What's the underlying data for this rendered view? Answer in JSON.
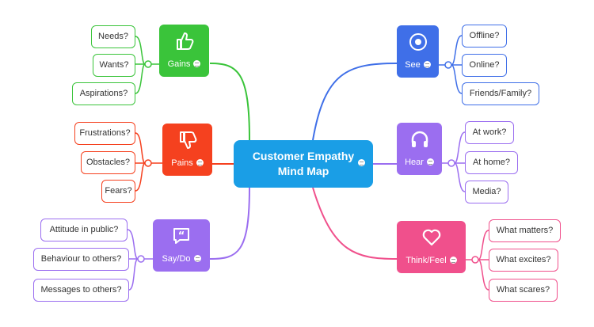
{
  "center": {
    "line1": "Customer Empathy",
    "line2": "Mind Map",
    "color": "#1a9ee6"
  },
  "topics": {
    "gains": {
      "label": "Gains",
      "icon": "thumbs-up-icon",
      "color": "#3ac43a",
      "items": [
        "Needs?",
        "Wants?",
        "Aspirations?"
      ]
    },
    "pains": {
      "label": "Pains",
      "icon": "thumbs-down-icon",
      "color": "#f5411f",
      "items": [
        "Frustrations?",
        "Obstacles?",
        "Fears?"
      ]
    },
    "saydo": {
      "label": "Say/Do",
      "icon": "quote-bubble-icon",
      "color": "#9b6ef0",
      "items": [
        "Attitude in public?",
        "Behaviour to others?",
        "Messages to others?"
      ]
    },
    "see": {
      "label": "See",
      "icon": "eye-icon",
      "color": "#3f6fe8",
      "items": [
        "Offline?",
        "Online?",
        "Friends/Family?"
      ]
    },
    "hear": {
      "label": "Hear",
      "icon": "headphones-icon",
      "color": "#9b6ef0",
      "items": [
        "At work?",
        "At home?",
        "Media?"
      ]
    },
    "think": {
      "label": "Think/Feel",
      "icon": "heart-icon",
      "color": "#f0508c",
      "items": [
        "What matters?",
        "What excites?",
        "What scares?"
      ]
    }
  }
}
